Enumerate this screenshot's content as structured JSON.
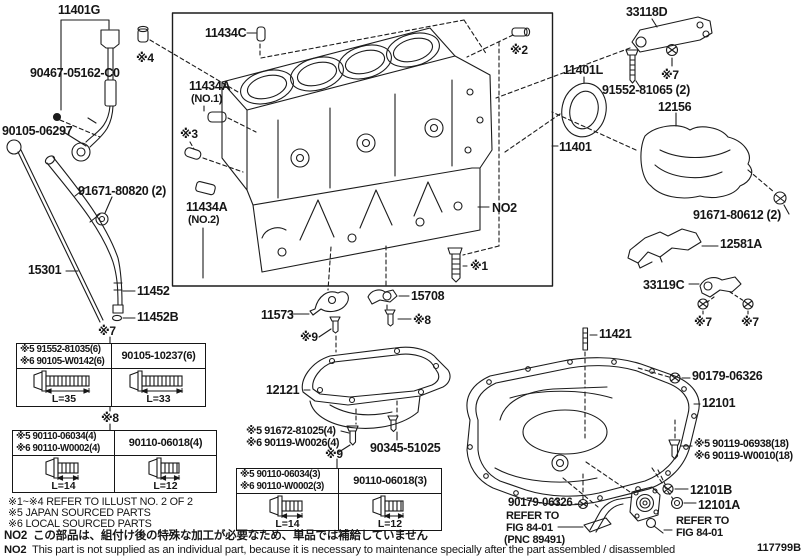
{
  "labels": {
    "p11401G": "11401G",
    "p90467": "90467-05162-C0",
    "p90105_06297": "90105-06297",
    "p91671_80820": "91671-80820 (2)",
    "p15301": "15301",
    "p11452": "11452",
    "p11452B": "11452B",
    "m7_dipstick": "※7",
    "p11434C": "11434C",
    "p11434A_1": "11434A",
    "p11434A_1_no": "(NO.1)",
    "p11434A_2": "11434A",
    "p11434A_2_no": "(NO.2)",
    "m3": "※3",
    "m4": "※4",
    "no2_block": "NO2",
    "m1": "※1",
    "m2": "※2",
    "p33118D": "33118D",
    "m7_bracket": "※7",
    "p91552": "91552-81065 (2)",
    "p11401L": "11401L",
    "p12156": "12156",
    "p11401": "11401",
    "p91671_80612": "91671-80612 (2)",
    "p12581A": "12581A",
    "p33119C": "33119C",
    "m7_a": "※7",
    "m7_b": "※7",
    "p11573": "11573",
    "p15708": "15708",
    "m8_bolt": "※8",
    "m9_bolt": "※9",
    "p12121": "12121",
    "p91672_l1": "※5 91672-81025(4)",
    "p91672_l2": "※6 90119-W0026(4)",
    "p90345": "90345-51025",
    "m9_table": "※9",
    "m8_table": "※8",
    "p11421": "11421",
    "p90179_top": "90179-06326",
    "p12101": "12101",
    "p90119_l1": "※5 90119-06938(18)",
    "p90119_l2": "※6 90119-W0010(18)",
    "p12101B": "12101B",
    "p12101A": "12101A",
    "p90179_bottom": "90179-06326",
    "refer_left_1": "REFER TO",
    "refer_left_2": "FIG 84-01",
    "refer_left_3": "(PNC 89491)",
    "refer_right_1": "REFER TO",
    "refer_right_2": "FIG 84-01"
  },
  "tables": {
    "t1": {
      "left_l1": "※5 91552-81035(6)",
      "left_l2": "※6 90105-W0142(6)",
      "right": "90105-10237(6)",
      "left_len": "L=35",
      "right_len": "L=33"
    },
    "t2": {
      "left_l1": "※5 90110-06034(4)",
      "left_l2": "※6 90110-W0002(4)",
      "right": "90110-06018(4)",
      "left_len": "L=14",
      "right_len": "L=12"
    },
    "t3": {
      "left_l1": "※5 90110-06034(3)",
      "left_l2": "※6 90110-W0002(3)",
      "right": "90110-06018(3)",
      "left_len": "L=14",
      "right_len": "L=12"
    }
  },
  "notes": {
    "n1": "※1~※4  REFER TO ILLUST NO. 2 OF 2",
    "n2": "※5 JAPAN SOURCED PARTS",
    "n3": "※6 LOCAL SOURCED PARTS",
    "n4_label": "NO2",
    "n4_text": "この部品は、組付け後の特殊な加工が必要なため、単品では補給していません",
    "n5_label": "NO2",
    "n5_text": "This part is not supplied as an individual part, because it is necessary to maintenance specially after the part assembled / disassembled"
  },
  "footer": {
    "figure_code": "117799B"
  }
}
